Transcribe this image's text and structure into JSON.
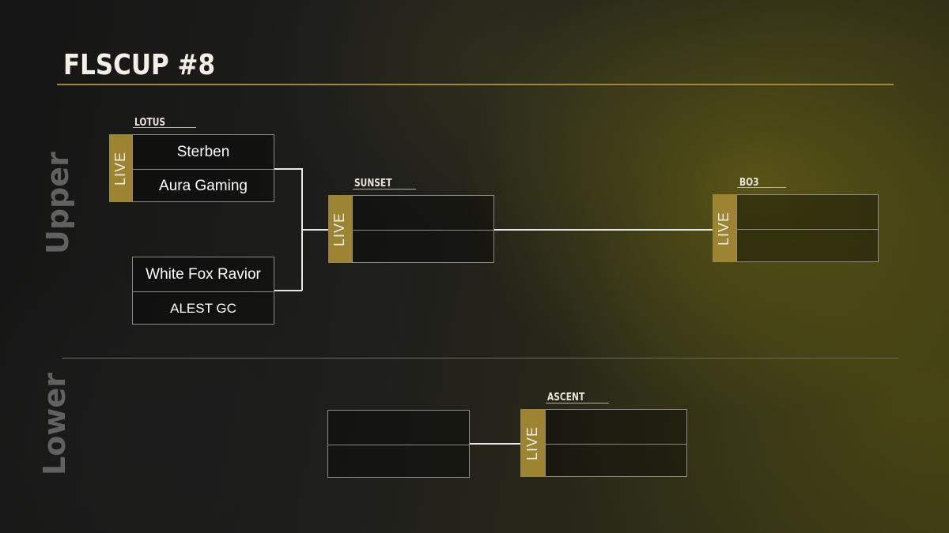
{
  "title": "FLSCUP #8",
  "sections": {
    "upper": "Upper",
    "lower": "Lower"
  },
  "live_label": "LIVE",
  "colors": {
    "accent": "#9c8433",
    "rule": "#9c8a3c"
  },
  "upper": {
    "semi_top": {
      "map": "LOTUS",
      "team1": "Sterben",
      "team2": "Aura Gaming"
    },
    "semi_bottom": {
      "team1": "White Fox Ravior",
      "team2": "ALEST GC"
    },
    "final": {
      "map": "SUNSET",
      "team1": "",
      "team2": ""
    },
    "grand": {
      "map": "BO3",
      "team1": "",
      "team2": ""
    }
  },
  "lower": {
    "round1": {
      "team1": "",
      "team2": ""
    },
    "final": {
      "map": "ASCENT",
      "team1": "",
      "team2": ""
    }
  }
}
